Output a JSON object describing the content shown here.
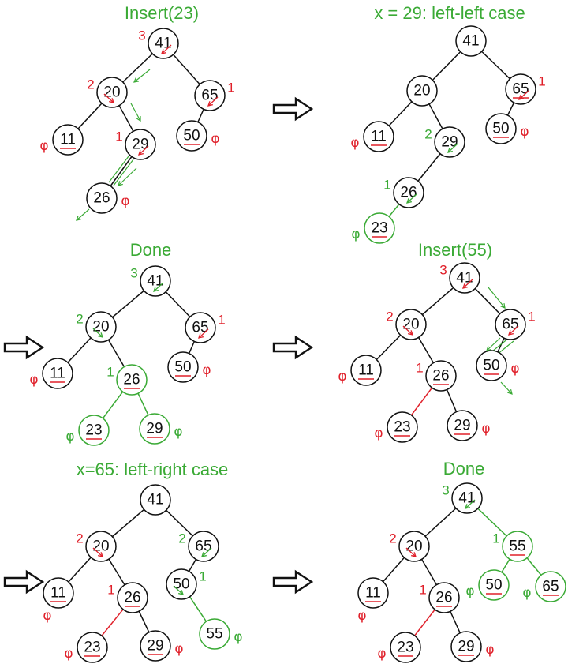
{
  "colors": {
    "black": "#111111",
    "green": "#3aaa35",
    "red": "#e0202a",
    "white": "#ffffff"
  },
  "phi_symbol": "φ",
  "arrow_icon": "hollow-right-arrow-icon",
  "panels": [
    {
      "title": "Insert(23)",
      "nodes": [
        {
          "key": "41",
          "bal": "3",
          "bal_color": "red",
          "bal_side": "left",
          "arrow": "down-left",
          "arrow_color": "red"
        },
        {
          "key": "20",
          "bal": "2",
          "bal_color": "red",
          "bal_side": "left",
          "arrow": "down-right",
          "arrow_color": "red"
        },
        {
          "key": "65",
          "bal": "1",
          "bal_color": "red",
          "bal_side": "right",
          "arrow": "down-left",
          "arrow_color": "red"
        },
        {
          "key": "11",
          "underline": true,
          "phi": "left",
          "phi_color": "red"
        },
        {
          "key": "29",
          "bal": "1",
          "bal_color": "red",
          "bal_side": "left",
          "arrow": "down-left",
          "arrow_color": "red"
        },
        {
          "key": "50",
          "underline": true,
          "phi": "right",
          "phi_color": "red"
        },
        {
          "key": "26",
          "phi": "right",
          "phi_color": "red"
        }
      ]
    },
    {
      "title": "x = 29: left-left case",
      "nodes": [
        {
          "key": "41"
        },
        {
          "key": "20"
        },
        {
          "key": "65",
          "bal": "1",
          "bal_color": "red",
          "bal_side": "right",
          "arrow": "down-left",
          "arrow_color": "red",
          "underline": true
        },
        {
          "key": "11",
          "underline": true,
          "phi": "left",
          "phi_color": "red"
        },
        {
          "key": "29",
          "bal": "2",
          "bal_color": "green",
          "bal_side": "left",
          "arrow": "down-left",
          "arrow_color": "green"
        },
        {
          "key": "50",
          "underline": true,
          "phi": "right",
          "phi_color": "red"
        },
        {
          "key": "26",
          "bal": "1",
          "bal_color": "green",
          "bal_side": "left",
          "arrow": "down-left",
          "arrow_color": "green"
        },
        {
          "key": "23",
          "underline": true,
          "phi": "left",
          "phi_color": "green",
          "green_circle": true
        }
      ]
    },
    {
      "title": "Done",
      "nodes": [
        {
          "key": "41",
          "bal": "3",
          "bal_color": "green",
          "bal_side": "left",
          "arrow": "down-left",
          "arrow_color": "green"
        },
        {
          "key": "20",
          "bal": "2",
          "bal_color": "green",
          "bal_side": "left",
          "arrow": "down-right",
          "arrow_color": "green"
        },
        {
          "key": "65",
          "bal": "1",
          "bal_color": "red",
          "bal_side": "right",
          "arrow": "down-left",
          "arrow_color": "red"
        },
        {
          "key": "11",
          "underline": true,
          "phi": "left",
          "phi_color": "red"
        },
        {
          "key": "26",
          "bal": "1",
          "bal_color": "green",
          "bal_side": "left",
          "underline": true,
          "green_circle": true
        },
        {
          "key": "50",
          "underline": true,
          "phi": "right",
          "phi_color": "red"
        },
        {
          "key": "23",
          "underline": true,
          "phi": "left",
          "phi_color": "green",
          "green_circle": true
        },
        {
          "key": "29",
          "underline": true,
          "phi": "right",
          "phi_color": "green",
          "green_circle": true
        }
      ]
    },
    {
      "title": "Insert(55)",
      "nodes": [
        {
          "key": "41",
          "bal": "3",
          "bal_color": "red",
          "bal_side": "left",
          "arrow": "down-left",
          "arrow_color": "red"
        },
        {
          "key": "20",
          "bal": "2",
          "bal_color": "red",
          "bal_side": "left",
          "arrow": "down-right",
          "arrow_color": "red"
        },
        {
          "key": "65",
          "bal": "1",
          "bal_color": "red",
          "bal_side": "right",
          "arrow": "down-left",
          "arrow_color": "red"
        },
        {
          "key": "11",
          "underline": true,
          "phi": "left",
          "phi_color": "red"
        },
        {
          "key": "26",
          "bal": "1",
          "bal_color": "red",
          "bal_side": "left",
          "underline": true
        },
        {
          "key": "50",
          "underline": true,
          "phi": "right",
          "phi_color": "red"
        },
        {
          "key": "23",
          "underline": true,
          "phi": "left",
          "phi_color": "red"
        },
        {
          "key": "29",
          "underline": true,
          "phi": "right",
          "phi_color": "red"
        }
      ]
    },
    {
      "title": "x=65: left-right case",
      "nodes": [
        {
          "key": "41"
        },
        {
          "key": "20",
          "bal": "2",
          "bal_color": "red",
          "bal_side": "left",
          "arrow": "down-right",
          "arrow_color": "red"
        },
        {
          "key": "65",
          "bal": "2",
          "bal_color": "green",
          "bal_side": "left",
          "arrow": "down-left",
          "arrow_color": "green"
        },
        {
          "key": "11",
          "underline": true,
          "phi": "below",
          "phi_color": "red"
        },
        {
          "key": "26",
          "bal": "1",
          "bal_color": "red",
          "bal_side": "left",
          "underline": true
        },
        {
          "key": "50",
          "bal": "1",
          "bal_color": "green",
          "bal_side": "right",
          "arrow": "down-right",
          "arrow_color": "green"
        },
        {
          "key": "23",
          "underline": true,
          "phi": "left",
          "phi_color": "red"
        },
        {
          "key": "29",
          "underline": true,
          "phi": "right",
          "phi_color": "red"
        },
        {
          "key": "55",
          "phi": "right",
          "phi_color": "green",
          "green_circle": true
        }
      ]
    },
    {
      "title": "Done",
      "nodes": [
        {
          "key": "41",
          "bal": "3",
          "bal_color": "green",
          "bal_side": "left",
          "arrow": "down-left",
          "arrow_color": "green"
        },
        {
          "key": "20",
          "bal": "2",
          "bal_color": "red",
          "bal_side": "left",
          "arrow": "down-right",
          "arrow_color": "red"
        },
        {
          "key": "55",
          "bal": "1",
          "bal_color": "green",
          "bal_side": "left",
          "underline": true,
          "green_circle": true
        },
        {
          "key": "11",
          "underline": true,
          "phi": "below",
          "phi_color": "red"
        },
        {
          "key": "26",
          "bal": "1",
          "bal_color": "red",
          "bal_side": "left",
          "underline": true
        },
        {
          "key": "50",
          "underline": true,
          "phi": "left",
          "phi_color": "green",
          "green_circle": true
        },
        {
          "key": "65",
          "underline": true,
          "phi": "left",
          "phi_color": "green",
          "green_circle": true
        },
        {
          "key": "23",
          "underline": true,
          "phi": "left",
          "phi_color": "red"
        },
        {
          "key": "29",
          "underline": true,
          "phi": "right",
          "phi_color": "red"
        }
      ]
    }
  ]
}
